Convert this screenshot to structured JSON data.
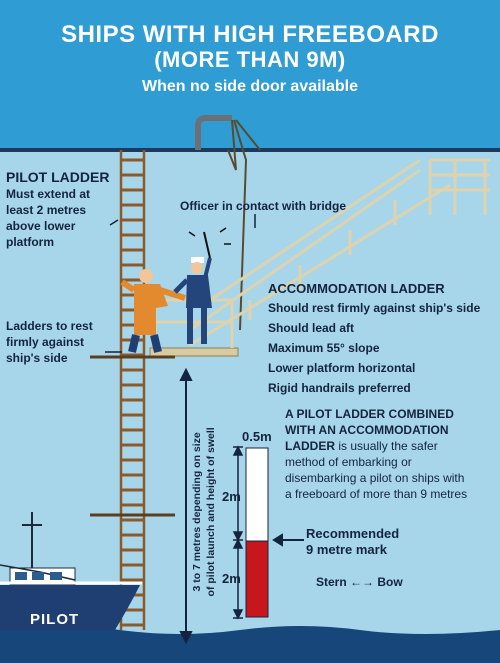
{
  "header": {
    "title_line1": "SHIPS WITH HIGH FREEBOARD",
    "title_line2": "(MORE THAN 9M)",
    "subtitle": "When no side door available"
  },
  "pilot_ladder": {
    "heading": "PILOT LADDER",
    "line1": "Must extend at",
    "line2": "least 2 metres",
    "line3": "above lower",
    "line4": "platform"
  },
  "officer_label": "Officer in contact with bridge",
  "ladders_rest": {
    "line1": "Ladders to rest",
    "line2": "firmly against",
    "line3": "ship's side"
  },
  "accommodation_ladder": {
    "heading": "ACCOMMODATION LADDER",
    "points": [
      "Should rest firmly against ship's side",
      "Should lead aft",
      "Maximum 55° slope",
      "Lower platform horizontal",
      "Rigid handrails preferred"
    ]
  },
  "combined": {
    "heading1": "A PILOT LADDER COMBINED",
    "heading2": "WITH AN ACCOMMODATION",
    "heading3": "LADDER",
    "line1_rest": "is usually the safer",
    "line2": "method of embarking or",
    "line3": "disembarking a pilot on ships with",
    "line4": "a freeboard of more than 9 metres"
  },
  "scale": {
    "top_label": "0.5m",
    "mid_label": "2m",
    "bottom_label": "2m",
    "colors": {
      "white": "#ffffff",
      "red": "#c8161d"
    }
  },
  "recommended": {
    "line1": "Recommended",
    "line2": "9 metre mark"
  },
  "stern_bow": {
    "stern": "Stern",
    "arrow": "←→",
    "bow": "Bow"
  },
  "vertical_note": {
    "line1": "3 to 7 metres depending on size",
    "line2": "of pilot launch and height of swell"
  },
  "boat_label": "PILOT",
  "colors": {
    "sky": "#2f9cd4",
    "hull": "#a7d6ea",
    "text": "#14243e",
    "ladder": "#8b5a2b",
    "rail": "#dfd3ad",
    "sea": "#16467a"
  }
}
